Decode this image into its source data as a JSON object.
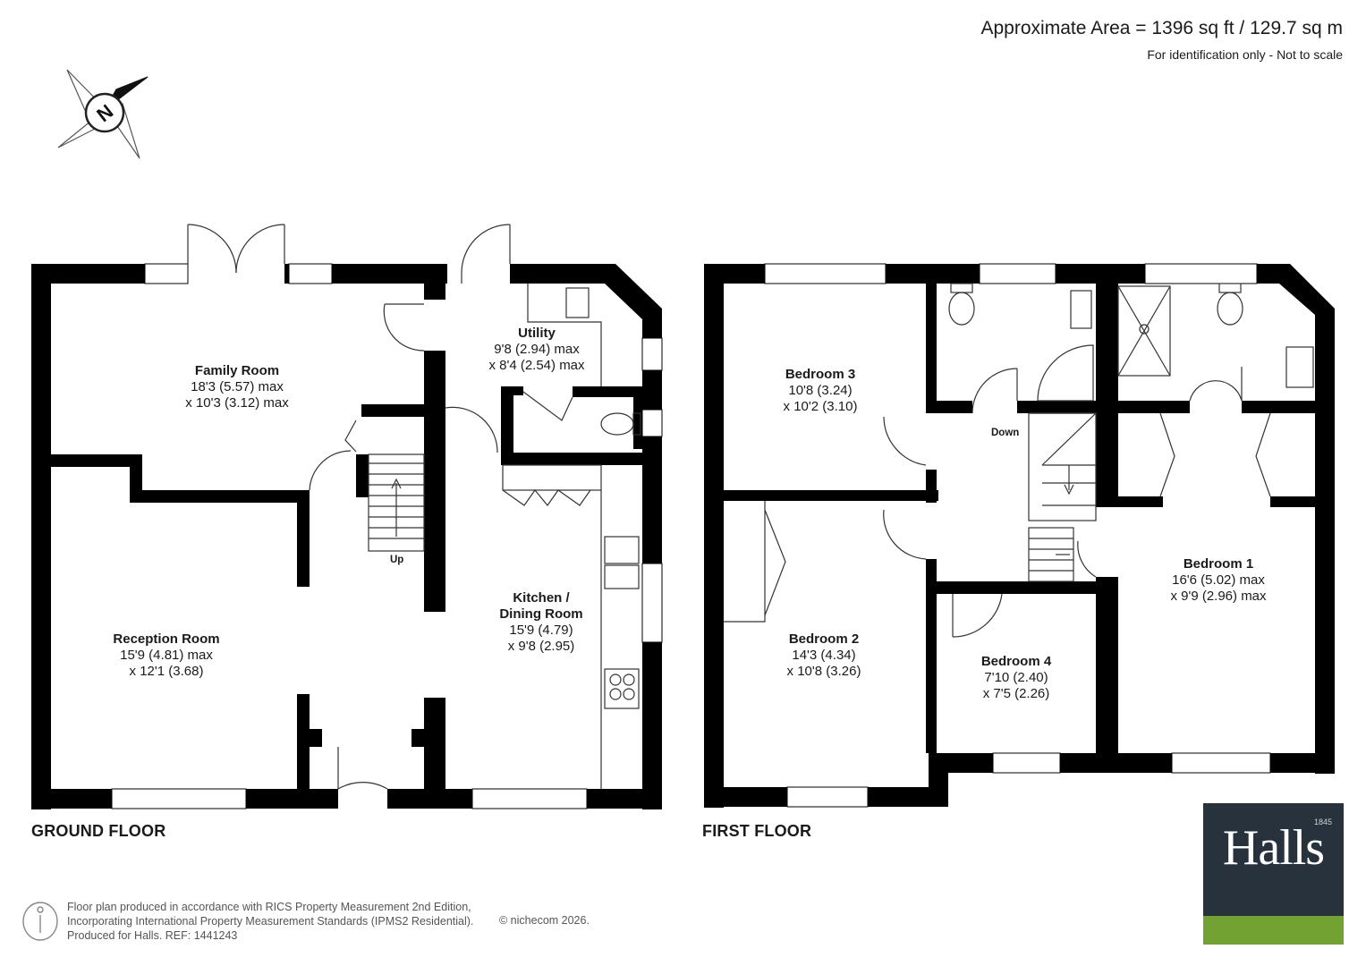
{
  "header": {
    "area": "Approximate Area = 1396 sq ft / 129.7 sq m",
    "note": "For identification only - Not to scale"
  },
  "compass": {
    "icon": "north-compass-icon",
    "letter": "N"
  },
  "ground_floor": {
    "label": "GROUND FLOOR",
    "rooms": [
      {
        "name": "Family Room",
        "dims": [
          "18'3 (5.57) max",
          "x 10'3 (3.12) max"
        ]
      },
      {
        "name": "Utility",
        "dims": [
          "9'8 (2.94) max",
          "x 8'4 (2.54) max"
        ]
      },
      {
        "name": "Kitchen /",
        "name2": "Dining Room",
        "dims": [
          "15'9 (4.79)",
          "x 9'8 (2.95)"
        ]
      },
      {
        "name": "Reception Room",
        "dims": [
          "15'9 (4.81) max",
          "x 12'1 (3.68)"
        ]
      }
    ],
    "stairs_label": "Up"
  },
  "first_floor": {
    "label": "FIRST FLOOR",
    "rooms": [
      {
        "name": "Bedroom 3",
        "dims": [
          "10'8 (3.24)",
          "x 10'2 (3.10)"
        ]
      },
      {
        "name": "Bedroom 1",
        "dims": [
          "16'6 (5.02) max",
          "x 9'9 (2.96) max"
        ]
      },
      {
        "name": "Bedroom 2",
        "dims": [
          "14'3 (4.34)",
          "x 10'8 (3.26)"
        ]
      },
      {
        "name": "Bedroom 4",
        "dims": [
          "7'10 (2.40)",
          "x 7'5 (2.26)"
        ]
      }
    ],
    "stairs_label": "Down"
  },
  "footer": {
    "lines": [
      "Floor plan produced in accordance with RICS Property Measurement 2nd Edition,",
      "Incorporating International Property Measurement Standards (IPMS2 Residential).",
      "Produced for Halls.   REF: 1441243"
    ],
    "copyright": "© nichecom 2026."
  },
  "logo": {
    "word": "Halls",
    "year": "1845",
    "colors": {
      "dark": "#27323d",
      "green": "#72a232"
    }
  },
  "colors": {
    "wall": "#000000",
    "line": "#444444"
  }
}
